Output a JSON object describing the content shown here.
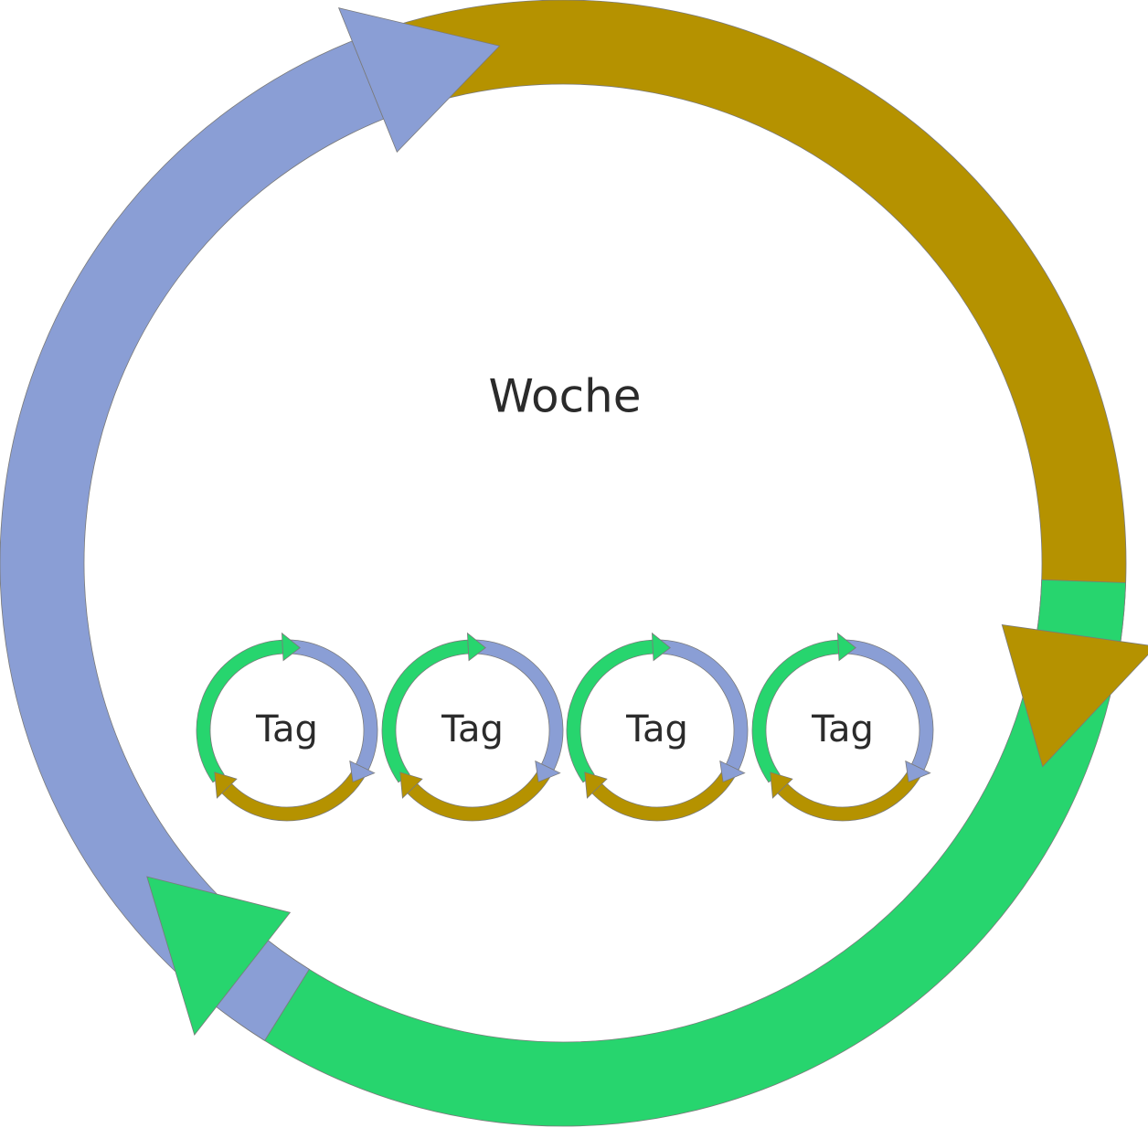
{
  "title": "Woche",
  "days": [
    {
      "label": "Tag"
    },
    {
      "label": "Tag"
    },
    {
      "label": "Tag"
    },
    {
      "label": "Tag"
    }
  ],
  "colors": {
    "gold": "#b59200",
    "green": "#27d56e",
    "blue": "#8a9ed5",
    "stroke": "#7a7a7a"
  }
}
